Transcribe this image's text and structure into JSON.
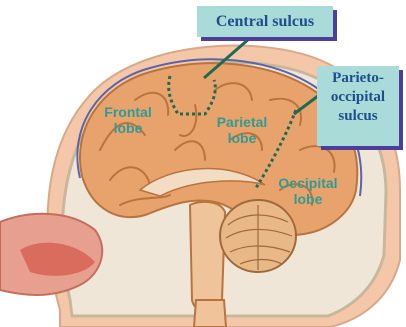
{
  "labels": {
    "central_sulcus": "Central sulcus",
    "parieto_occipital_line1": "Parieto-",
    "parieto_occipital_line2": "occipital",
    "parieto_occipital_line3": "sulcus",
    "frontal_line1": "Frontal",
    "frontal_line2": "lobe",
    "parietal_line1": "Parietal",
    "parietal_line2": "lobe",
    "occipital_line1": "Occipital",
    "occipital_line2": "lobe"
  },
  "colors": {
    "callout_bg": "#a9dcd8",
    "callout_text": "#1f4d8c",
    "lobe_text": "#2f9b95",
    "brain": "#e8a36c",
    "sulcus_line": "#1e6b52"
  }
}
